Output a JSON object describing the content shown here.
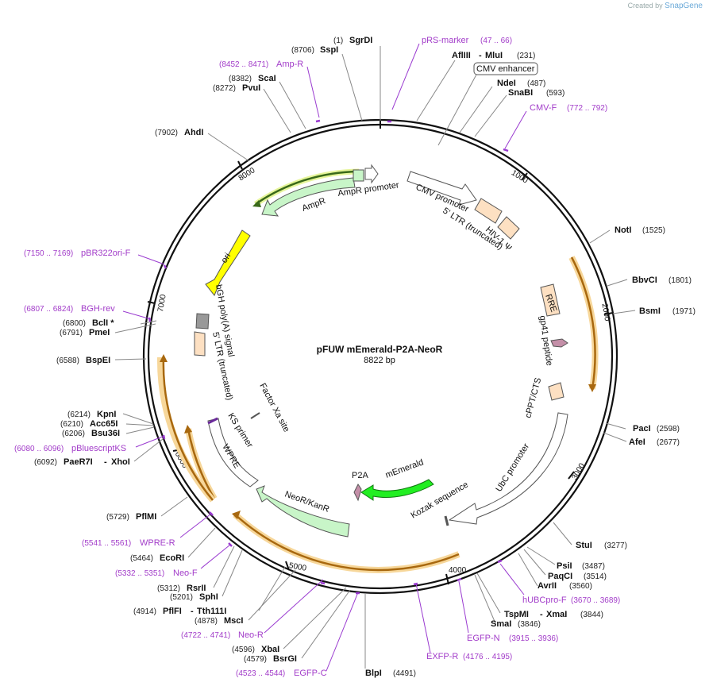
{
  "credit": {
    "created_by": "Created by",
    "brand": "SnapGene"
  },
  "plasmid": {
    "name": "pFUW mEmerald-P2A-NeoR",
    "length_label": "8822 bp",
    "length": 8822
  },
  "tick_labels": [
    "1000",
    "2000",
    "3000",
    "4000",
    "5000",
    "6000",
    "7000",
    "8000"
  ],
  "sites": [
    {
      "name": "SgrDI",
      "pos": "(1)"
    },
    {
      "name": "SspI",
      "pos": "(8706)"
    },
    {
      "name": "AflIII",
      "name2": "MluI",
      "pos": "(231)"
    },
    {
      "name": "NdeI",
      "pos": "(487)"
    },
    {
      "name": "SnaBI",
      "pos": "(593)"
    },
    {
      "name": "ScaI",
      "pos": "(8382)"
    },
    {
      "name": "PvuI",
      "pos": "(8272)"
    },
    {
      "name": "AhdI",
      "pos": "(7902)"
    },
    {
      "name": "NotI",
      "pos": "(1525)"
    },
    {
      "name": "BbvCI",
      "pos": "(1801)"
    },
    {
      "name": "BsmI",
      "pos": "(1971)"
    },
    {
      "name": "BclI *",
      "pos": "(6800)"
    },
    {
      "name": "PmeI",
      "pos": "(6791)"
    },
    {
      "name": "BspEI",
      "pos": "(6588)"
    },
    {
      "name": "KpnI",
      "pos": "(6214)"
    },
    {
      "name": "Acc65I",
      "pos": "(6210)"
    },
    {
      "name": "Bsu36I",
      "pos": "(6206)"
    },
    {
      "name": "PaeR7I",
      "name2": "XhoI",
      "pos": "(6092)"
    },
    {
      "name": "PacI",
      "pos": "(2598)"
    },
    {
      "name": "AfeI",
      "pos": "(2677)"
    },
    {
      "name": "PflMI",
      "pos": "(5729)"
    },
    {
      "name": "StuI",
      "pos": "(3277)"
    },
    {
      "name": "EcoRI",
      "pos": "(5464)"
    },
    {
      "name": "PsiI",
      "pos": "(3487)"
    },
    {
      "name": "PaqCI",
      "pos": "(3514)"
    },
    {
      "name": "AvrII",
      "pos": "(3560)"
    },
    {
      "name": "RsrII",
      "pos": "(5312)"
    },
    {
      "name": "SphI",
      "pos": "(5201)"
    },
    {
      "name": "PflFI",
      "name2": "Tth111I",
      "pos": "(4914)"
    },
    {
      "name": "MscI",
      "pos": "(4878)"
    },
    {
      "name": "TspMI",
      "name2": "XmaI",
      "pos": "(3844)"
    },
    {
      "name": "SmaI",
      "pos": "(3846)"
    },
    {
      "name": "XbaI",
      "pos": "(4596)"
    },
    {
      "name": "BsrGI",
      "pos": "(4579)"
    },
    {
      "name": "BlpI",
      "pos": "(4491)"
    }
  ],
  "primers": [
    {
      "name": "pRS-marker",
      "range": "(47 .. 66)"
    },
    {
      "name": "Amp-R",
      "range": "(8452 .. 8471)"
    },
    {
      "name": "CMV-F",
      "range": "(772 .. 792)"
    },
    {
      "name": "pBR322ori-F",
      "range": "(7150 .. 7169)"
    },
    {
      "name": "BGH-rev",
      "range": "(6807 .. 6824)"
    },
    {
      "name": "pBluescriptKS",
      "range": "(6080 .. 6096)"
    },
    {
      "name": "WPRE-R",
      "range": "(5541 .. 5561)"
    },
    {
      "name": "Neo-F",
      "range": "(5332 .. 5351)"
    },
    {
      "name": "hUBCpro-F",
      "range": "(3670 .. 3689)"
    },
    {
      "name": "Neo-R",
      "range": "(4722 .. 4741)"
    },
    {
      "name": "EGFP-N",
      "range": "(3915 .. 3936)"
    },
    {
      "name": "EXFP-R",
      "range": "(4176 .. 4195)"
    },
    {
      "name": "EGFP-C",
      "range": "(4523 .. 4544)"
    }
  ],
  "features": {
    "cmv_enhancer": "CMV enhancer",
    "cmv_promoter": "CMV promoter",
    "ltr5": "5' LTR (truncated)",
    "hiv_psi": "HIV-1 Ψ",
    "rre": "RRE",
    "gp41": "gp41 peptide",
    "cppt": "cPPT/CTS",
    "ubc": "UbC promoter",
    "kozak": "Kozak sequence",
    "memerald": "mEmerald",
    "p2a": "P2A",
    "neor": "NeoR/KanR",
    "wpre": "WPRE",
    "ks_primer": "KS primer",
    "factor_xa": "Factor Xa site",
    "ltr5b": "5' LTR (truncated)",
    "bgh": "bGH poly(A) signal",
    "ori": "ori",
    "ampr": "AmpR",
    "ampr_promoter": "AmpR promoter"
  },
  "colors": {
    "primer": "#a23cc9",
    "orf": "#f0b14a",
    "green": "#22ee22",
    "amp": "#c8f5c8",
    "ori": "#ffff00",
    "ltr": "#fde0c2"
  }
}
